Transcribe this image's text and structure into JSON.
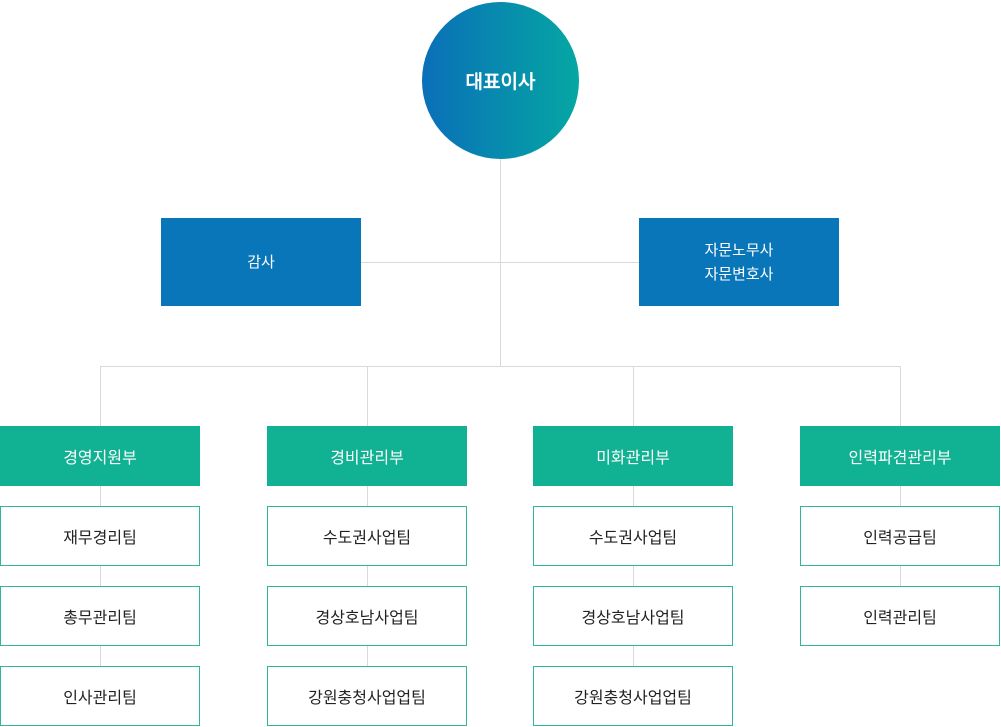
{
  "ceo": {
    "label": "대표이사"
  },
  "audit": {
    "label": "감사"
  },
  "advisors": {
    "line1": "자문노무사",
    "line2": "자문변호사"
  },
  "departments": [
    {
      "name": "경영지원부",
      "teams": [
        "재무경리팀",
        "총무관리팀",
        "인사관리팀"
      ]
    },
    {
      "name": "경비관리부",
      "teams": [
        "수도권사업팀",
        "경상호남사업팀",
        "강원충청사업업팀"
      ]
    },
    {
      "name": "미화관리부",
      "teams": [
        "수도권사업팀",
        "경상호남사업팀",
        "강원충청사업업팀"
      ]
    },
    {
      "name": "인력파견관리부",
      "teams": [
        "인력공급팀",
        "인력관리팀"
      ]
    }
  ],
  "colors": {
    "ceo_gradient_start": "#0a6fb8",
    "ceo_gradient_end": "#05a7a3",
    "side_box": "#0876b8",
    "department": "#11b193",
    "team_border": "#2fb79a",
    "connector": "#d9d9d9"
  }
}
